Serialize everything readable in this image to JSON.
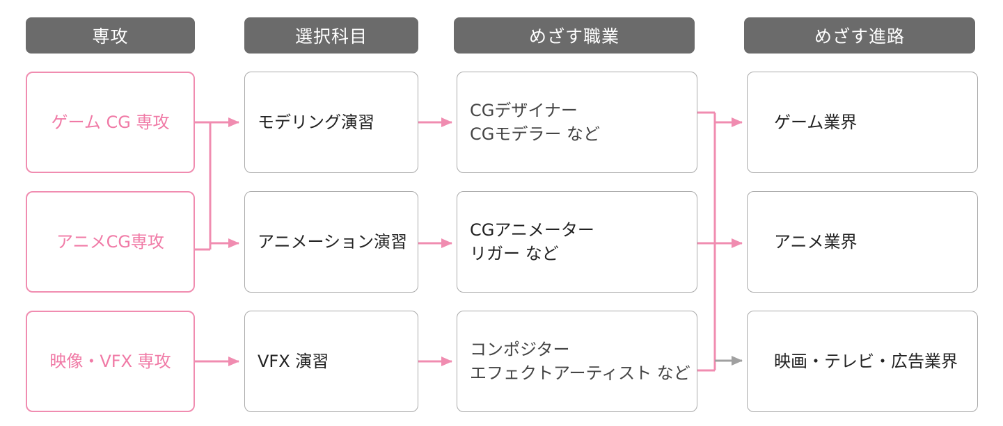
{
  "headers": {
    "major": "専攻",
    "subject": "選択科目",
    "career": "めざす職業",
    "path": "めざす進路"
  },
  "majors": [
    "ゲーム CG 専攻",
    "アニメCG専攻",
    "映像・VFX 専攻"
  ],
  "subjects": [
    "モデリング演習",
    "アニメーション演習",
    "VFX 演習"
  ],
  "careers": [
    [
      "CGデザイナー",
      "CGモデラー など"
    ],
    [
      "CGアニメーター",
      "リガー など"
    ],
    [
      "コンポジター",
      "エフェクトアーティスト など"
    ]
  ],
  "paths": [
    "ゲーム業界",
    "アニメ業界",
    "映画・テレビ・広告業界"
  ],
  "colors": {
    "accent": "#f07aa6",
    "connector": "#f08cb0",
    "muted_arrow": "#a0a0a0",
    "header_bg": "#6b6b6b"
  }
}
